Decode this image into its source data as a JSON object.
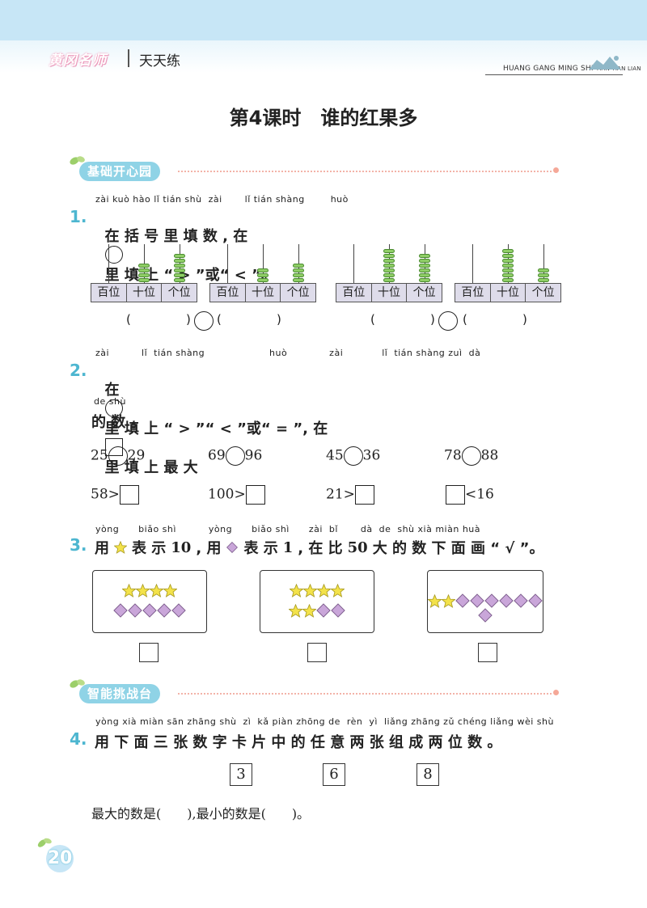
{
  "header": {
    "logo": "黄冈名师",
    "series": "天天练",
    "english_main": "HUANG GANG MING SHI",
    "english_sub": "TIAN TIAN LIAN"
  },
  "title": "第4课时　谁的红果多",
  "sections": {
    "basic": "基础开心园",
    "challenge": "智能挑战台"
  },
  "q1": {
    "number": "1.",
    "pinyin": "zài kuò hào lǐ tián shù  zài       lǐ tián shàng        huò",
    "text_a": "在 括 号 里 填 数 , 在",
    "text_b": "里 填 上 “ > ”或“ < ”。",
    "abacus_labels": [
      "百位",
      "十位",
      "个位"
    ],
    "abaci": [
      {
        "tens": 4,
        "ones": 6
      },
      {
        "tens": 3,
        "ones": 4
      },
      {
        "tens": 7,
        "ones": 6
      },
      {
        "tens": 7,
        "ones": 3
      }
    ],
    "paren": "（　　　　）"
  },
  "q2": {
    "number": "2.",
    "pinyin": "zài          lǐ  tián shàng                    huò             zài            lǐ  tián shàng zuì  dà",
    "text_a": "在",
    "text_b": "里 填 上 “ > ”“ < ”或“ = ”, 在",
    "text_c": "里 填 上 最 大",
    "pinyin2": "de shù",
    "text2": "的 数 。",
    "row1": [
      {
        "left": "25",
        "right": "29"
      },
      {
        "left": "69",
        "right": "96"
      },
      {
        "left": "45",
        "right": "36"
      },
      {
        "left": "78",
        "right": "88"
      }
    ],
    "row2": [
      "58>",
      "100>",
      "21>",
      "<16"
    ]
  },
  "q3": {
    "number": "3.",
    "pinyin": "yòng      biǎo shì          yòng      biǎo shì      zài  bǐ       dà  de  shù xià miàn huà",
    "text_a": "用",
    "text_b": "表 示",
    "ten": "10",
    "text_c": ", 用",
    "text_d": "表 示",
    "one": "1",
    "text_e": ", 在 比",
    "fifty": "50",
    "text_f": "大 的 数 下 面 画 “ √ ”。",
    "cards": [
      {
        "stars": 4,
        "diamonds": 5,
        "layout": "two-rows"
      },
      {
        "stars": 6,
        "diamonds": 2,
        "layout": "4-top"
      },
      {
        "stars": 2,
        "diamonds": 7,
        "layout": "one-row"
      }
    ],
    "colors": {
      "star": "#f3e24a",
      "diamond": "#c9a6d9"
    }
  },
  "q4": {
    "number": "4.",
    "pinyin": "yòng xià miàn sān zhāng shù  zì  kǎ piàn zhōng de  rèn  yì  liǎng zhāng zǔ chéng liǎng wèi shù",
    "text": "用 下 面 三 张 数 字 卡 片 中 的 任 意 两 张 组 成 两 位 数 。",
    "cards": [
      "3",
      "6",
      "8"
    ],
    "answer": "最大的数是(　　),最小的数是(　　)。"
  },
  "page_number": "20"
}
